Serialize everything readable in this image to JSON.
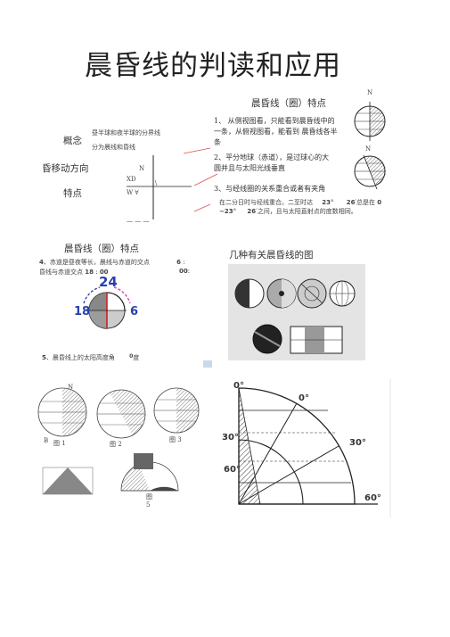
{
  "title": "晨昏线的判读和应用",
  "features_heading": "晨昏线（圈）特点",
  "feature1": "1、 从侧视图看，只能看到晨昏线中的一条，从俯视图看，能看到 晨昏线各半条",
  "feature2": "2、平分地球（赤道），是过球心的大圆并且与太阳光线垂直",
  "feature3": "3、与经线圈的关系重合或者有夹角",
  "feature3_note_line1": "在二分日时与经线重合。二至时达",
  "feature3_note_v1": "23",
  "feature3_note_deg1": "°",
  "feature3_note_v2": "26",
  "feature3_note_mid": "′总是在",
  "feature3_note_v3": "0",
  "feature3_note_line2_pre": "~",
  "feature3_note_v4": "23",
  "feature3_note_deg2": "°",
  "feature3_note_v5": "26",
  "feature3_note_line2_post": "′之间，且与太阳直射点的度数相同。",
  "concept_label": "概念",
  "concept_text_1": "昼半球和夜半球的分界线",
  "concept_text_2": "分为晨线和昏线",
  "motion_label": "昏移动方向",
  "feature_label": "特点",
  "axis_n": "N",
  "axis_xd": "XD",
  "axis_w": "W ∀",
  "axis_dashes": "— — —",
  "globe_n": "N",
  "globe_n2": "N",
  "left_heading": "晨昏线（圈）特点",
  "item4_prefix": "4",
  "item4_text": "、赤道是昼夜等长，晨线与赤道的交点",
  "item4_v1": "6",
  "item4_colon": ":",
  "item4_line2_text": "昏线与赤道交点",
  "item4_v2": "18",
  "item4_v2_colon": ":",
  "item4_v3": "00",
  "item4_v4": "00",
  "item4_v4_colon": ":",
  "clock_24": "24",
  "clock_18": "18",
  "clock_6": "6",
  "item5_prefix": "5",
  "item5_text": "、晨昏线上的太阳高度角",
  "item5_zero": "0",
  "item5_unit": "度",
  "right_heading": "几种有关晨昏线的图",
  "fig1": "图 1",
  "fig2": "图 2",
  "fig3": "图 3",
  "fig5": "图 5",
  "fig_b": "B",
  "fig_n": "N",
  "quad_0a": "0°",
  "quad_0b": "0°",
  "quad_30a": "30°",
  "quad_30b": "30°",
  "quad_60a": "60°",
  "quad_60b": "60°"
}
